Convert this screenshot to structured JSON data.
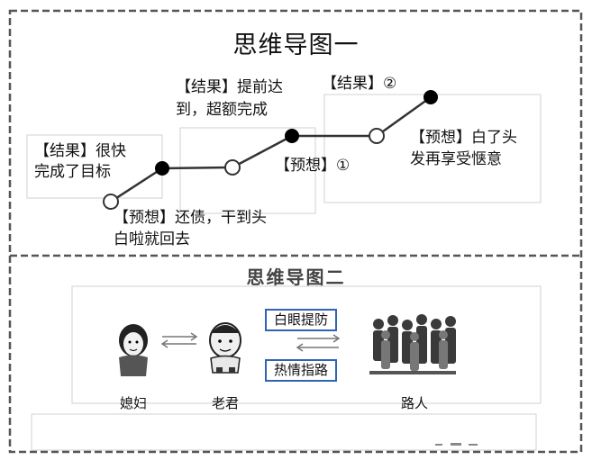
{
  "map1": {
    "title": "思维导图一",
    "labels": {
      "result_fast_line1": "【结果】很快",
      "result_fast_line2": "完成了目标",
      "expect_repay_line1": "【预想】还债，干到头",
      "expect_repay_line2": "白啦就回去",
      "result_exceed_line1": "【结果】提前达",
      "result_exceed_line2": "到，超额完成",
      "expect_1": "【预想】①",
      "result_2": "【结果】②",
      "expect_enjoy_line1": "【预想】白了头",
      "expect_enjoy_line2": "发再享受惬意"
    }
  },
  "map2": {
    "title": "思维导图二",
    "box_guard": "白眼提防",
    "box_warm": "热情指路",
    "person_wife": "媳妇",
    "person_laojun": "老君",
    "person_passersby": "路人"
  },
  "colors": {
    "node_filled": "#000000",
    "node_open": "#ffffff",
    "box_border": "#2f64b3",
    "frame_dash": "#555555"
  }
}
